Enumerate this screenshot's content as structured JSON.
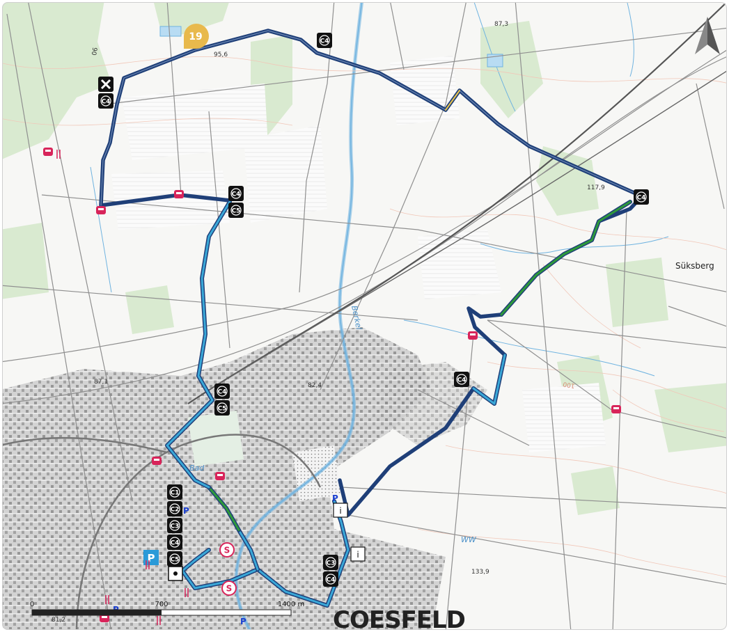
{
  "map": {
    "route_number": "19",
    "town_name": "COESFELD",
    "place_labels": [
      {
        "id": "suksberg",
        "text": "Süksberg"
      }
    ],
    "water_labels": [
      {
        "id": "berkel",
        "text": "Berkel"
      },
      {
        "id": "bad",
        "text": "Bad"
      },
      {
        "id": "ww",
        "text": "WW"
      }
    ],
    "elevations": [
      "87,3",
      "95,6",
      "117,9",
      "87,1",
      "82,4",
      "133,9",
      "81,2"
    ],
    "contour_labels": [
      "06",
      "100"
    ],
    "route_markers": {
      "c4": "C4",
      "c5": "C5",
      "c1": "C1",
      "c2": "C2",
      "c3": "C3"
    },
    "info_label": "i",
    "parking_label": "P",
    "parking_small_label": "P",
    "station_label": "S",
    "scale": {
      "zero": "0",
      "mid": "700",
      "end": "1400 m"
    },
    "colors": {
      "route_dark": "#1f3f78",
      "route_cyan": "#3aa8d8",
      "route_green": "#2e9a3a",
      "forest": "#d9ead0",
      "water": "#6fb3e0",
      "badge": "#e8b94c",
      "bus": "#d8245a",
      "parking": "#2a9ad8"
    },
    "icons": [
      "compass-north-icon",
      "bus-stop-icon",
      "restaurant-icon",
      "parking-icon",
      "info-icon",
      "railway-station-icon",
      "endpoint-cross-icon"
    ]
  }
}
